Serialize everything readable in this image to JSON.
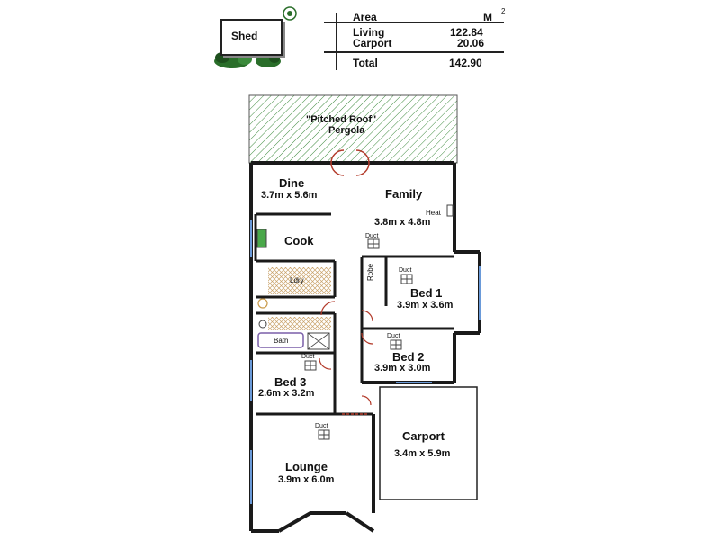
{
  "shed": {
    "label": "Shed"
  },
  "area_table": {
    "header_area": "Area",
    "header_unit": "M",
    "header_unit_sup": "2",
    "rows": [
      {
        "label": "Living",
        "value": "122.84"
      },
      {
        "label": "Carport",
        "value": "20.06"
      }
    ],
    "total_label": "Total",
    "total_value": "142.90"
  },
  "pergola": {
    "line1": "\"Pitched Roof\"",
    "line2": "Pergola"
  },
  "rooms": {
    "dine": {
      "name": "Dine",
      "dims": "3.7m x 5.6m"
    },
    "family": {
      "name": "Family",
      "dims": "3.8m x 4.8m",
      "heat": "Heat"
    },
    "cook": {
      "name": "Cook"
    },
    "ldry": {
      "name": "Ldry"
    },
    "bath": {
      "name": "Bath"
    },
    "robe": {
      "name": "Robe"
    },
    "bed1": {
      "name": "Bed 1",
      "dims": "3.9m x 3.6m"
    },
    "bed2": {
      "name": "Bed 2",
      "dims": "3.9m x 3.0m"
    },
    "bed3": {
      "name": "Bed 3",
      "dims": "2.6m x 3.2m"
    },
    "carport": {
      "name": "Carport",
      "dims": "3.4m x 5.9m"
    },
    "lounge": {
      "name": "Lounge",
      "dims": "3.9m x 6.0m"
    }
  },
  "ducts": {
    "label": "Duct"
  },
  "colors": {
    "wall": "#1a1a1a",
    "hatch": "#3d8a3d",
    "door": "#b33a2a",
    "fixture": "#7a5fa8"
  }
}
